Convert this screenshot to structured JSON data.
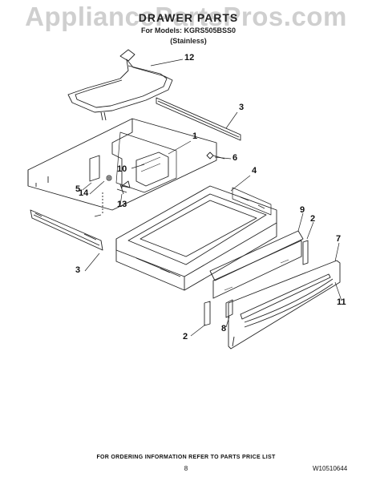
{
  "watermark": "AppliancePartsPros.com",
  "header": {
    "title": "DRAWER PARTS",
    "models": "For Models: KGRS505BSS0",
    "finish": "(Stainless)"
  },
  "callouts": {
    "c1": "1",
    "c2a": "2",
    "c2b": "2",
    "c3a": "3",
    "c3b": "3",
    "c4": "4",
    "c5": "5",
    "c6": "6",
    "c7": "7",
    "c8": "8",
    "c9": "9",
    "c10": "10",
    "c11": "11",
    "c12": "12",
    "c13": "13",
    "c14": "14"
  },
  "footer": {
    "ordering_note": "FOR ORDERING INFORMATION REFER TO PARTS PRICE LIST",
    "page_number": "8",
    "doc_number": "W10510644"
  }
}
